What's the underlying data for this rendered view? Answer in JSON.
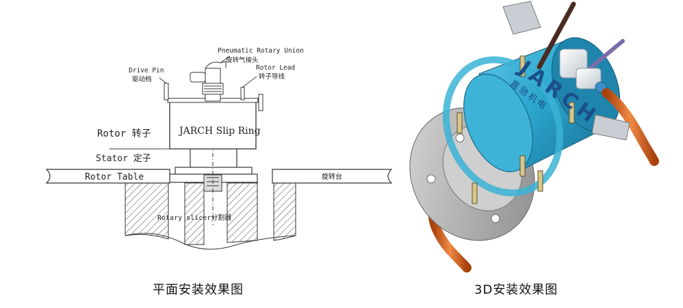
{
  "plan_view": {
    "labels": {
      "pneumatic_union_en": "Pneumatic Rotary Union",
      "pneumatic_union_cn": "旋转气接头",
      "drive_pin_en": "Drive Pin",
      "drive_pin_cn": "驱动档",
      "rotor_lead_en": "Rotor Lead",
      "rotor_lead_cn": "转子导线",
      "slip_ring": "JARCH Slip Ring",
      "rotor": "Rotor 转子",
      "stator": "Stator 定子",
      "rotor_table": "Rotor Table",
      "rotor_table_cn": "旋转台",
      "rotary_slicer": "Rotary slicer分割器"
    },
    "caption": "平面安装效果图"
  },
  "model_view": {
    "brand": "JARCH",
    "brand_cn": "嘉驰机电",
    "caption": "3D安装效果图",
    "colors": {
      "body": "#2aa4cc",
      "body_dark": "#1b6f95",
      "flange": "#a9a9a9",
      "tube": "#d9641e",
      "brand_text": "#1b4f8a"
    }
  }
}
